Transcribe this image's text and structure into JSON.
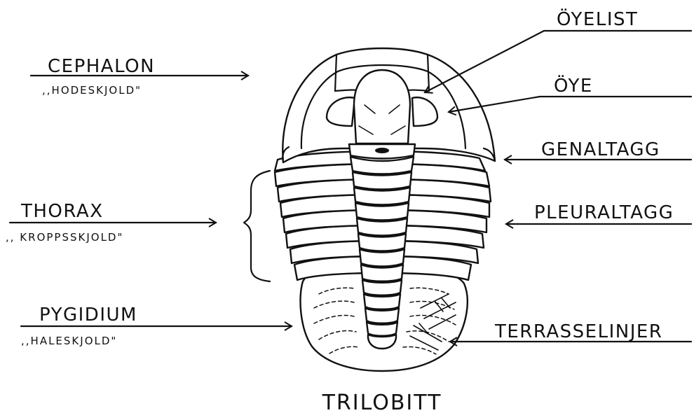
{
  "title": "TRILOBITT",
  "labels": {
    "cephalon": {
      "name": "CEPHALON",
      "sub": ",,HODESKJOLD\""
    },
    "thorax": {
      "name": "THORAX",
      "sub": ",, KROPPSSKJOLD\""
    },
    "pygidium": {
      "name": "PYGIDIUM",
      "sub": ",,HALESKJOLD\""
    },
    "oyelist": {
      "name": "ÖYELIST"
    },
    "oye": {
      "name": "ÖYE"
    },
    "genaltagg": {
      "name": "GENALTAGG"
    },
    "pleuraltagg": {
      "name": "PLEURALTAGG"
    },
    "terrasselinjer": {
      "name": "TERRASSELINJER"
    }
  }
}
